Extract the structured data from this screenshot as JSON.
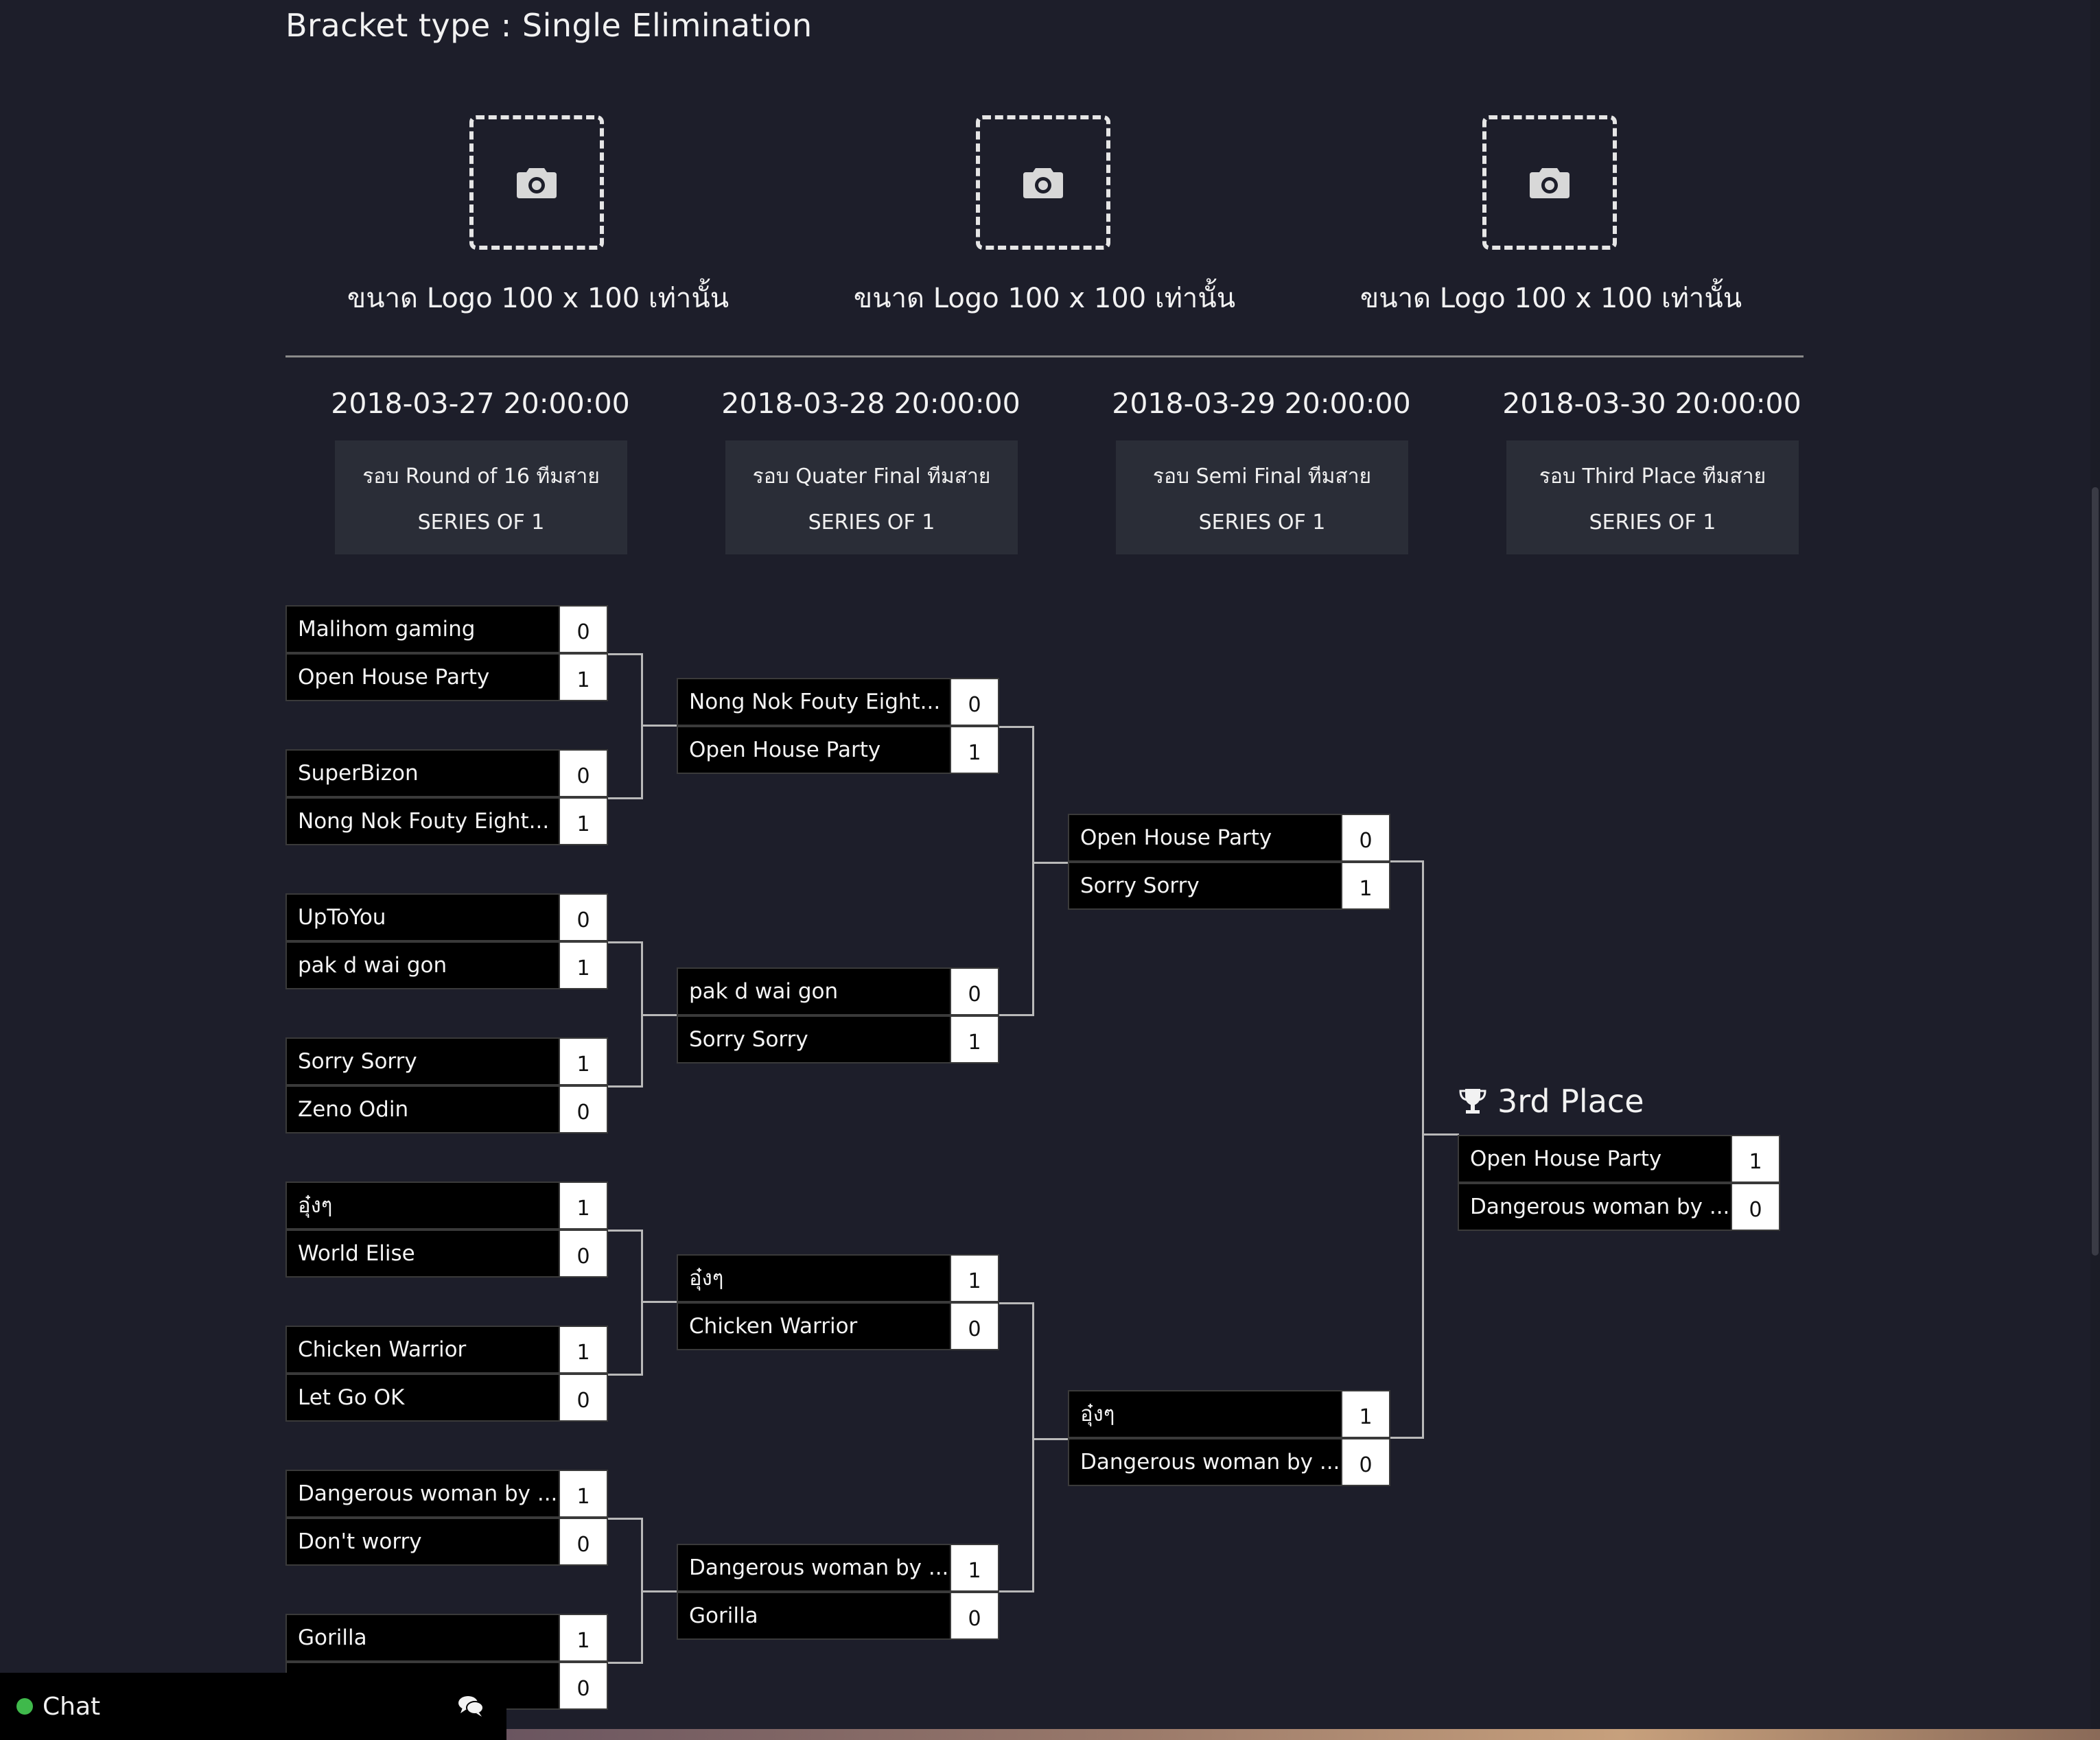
{
  "bracket_type": "Bracket type : Single Elimination",
  "logos": [
    {
      "icon": "camera-icon",
      "caption": "ขนาด Logo 100 x 100 เท่านั้น"
    },
    {
      "icon": "camera-icon",
      "caption": "ขนาด Logo 100 x 100 เท่านั้น"
    },
    {
      "icon": "camera-icon",
      "caption": "ขนาด Logo 100 x 100 เท่านั้น"
    }
  ],
  "rounds": [
    {
      "date": "2018-03-27 20:00:00",
      "name": "รอบ Round of 16 ทีมสาย",
      "series": "SERIES OF 1"
    },
    {
      "date": "2018-03-28 20:00:00",
      "name": "รอบ Quater Final ทีมสาย",
      "series": "SERIES OF 1"
    },
    {
      "date": "2018-03-29 20:00:00",
      "name": "รอบ Semi Final ทีมสาย",
      "series": "SERIES OF 1"
    },
    {
      "date": "2018-03-30 20:00:00",
      "name": "รอบ Third Place ทีมสาย",
      "series": "SERIES OF 1"
    }
  ],
  "round1": [
    {
      "t1": "Malihom gaming",
      "s1": "0",
      "t2": "Open House Party",
      "s2": "1"
    },
    {
      "t1": "SuperBizon",
      "s1": "0",
      "t2": "Nong Nok Fouty Eight...",
      "s2": "1"
    },
    {
      "t1": "UpToYou",
      "s1": "0",
      "t2": "pak d wai gon",
      "s2": "1"
    },
    {
      "t1": "Sorry Sorry",
      "s1": "1",
      "t2": "Zeno Odin",
      "s2": "0"
    },
    {
      "t1": "อุ๋งๆ",
      "s1": "1",
      "t2": "World Elise",
      "s2": "0"
    },
    {
      "t1": "Chicken Warrior",
      "s1": "1",
      "t2": "Let Go OK",
      "s2": "0"
    },
    {
      "t1": "Dangerous woman by ...",
      "s1": "1",
      "t2": "Don't worry",
      "s2": "0"
    },
    {
      "t1": "Gorilla",
      "s1": "1",
      "t2": "",
      "s2": "0"
    }
  ],
  "round2": [
    {
      "t1": "Nong Nok Fouty Eight...",
      "s1": "0",
      "t2": "Open House Party",
      "s2": "1"
    },
    {
      "t1": "pak d wai gon",
      "s1": "0",
      "t2": "Sorry Sorry",
      "s2": "1"
    },
    {
      "t1": "อุ๋งๆ",
      "s1": "1",
      "t2": "Chicken Warrior",
      "s2": "0"
    },
    {
      "t1": "Dangerous woman by ...",
      "s1": "1",
      "t2": "Gorilla",
      "s2": "0"
    }
  ],
  "round3": [
    {
      "t1": "Open House Party",
      "s1": "0",
      "t2": "Sorry Sorry",
      "s2": "1"
    },
    {
      "t1": "อุ๋งๆ",
      "s1": "1",
      "t2": "Dangerous woman by ...",
      "s2": "0"
    }
  ],
  "third_place": {
    "title": "3rd Place",
    "icon": "trophy-icon",
    "t1": "Open House Party",
    "s1": "1",
    "t2": "Dangerous woman by ...",
    "s2": "0"
  },
  "chat": {
    "label": "Chat",
    "status_color": "#3fb94b",
    "icon": "chat-bubbles-icon"
  }
}
